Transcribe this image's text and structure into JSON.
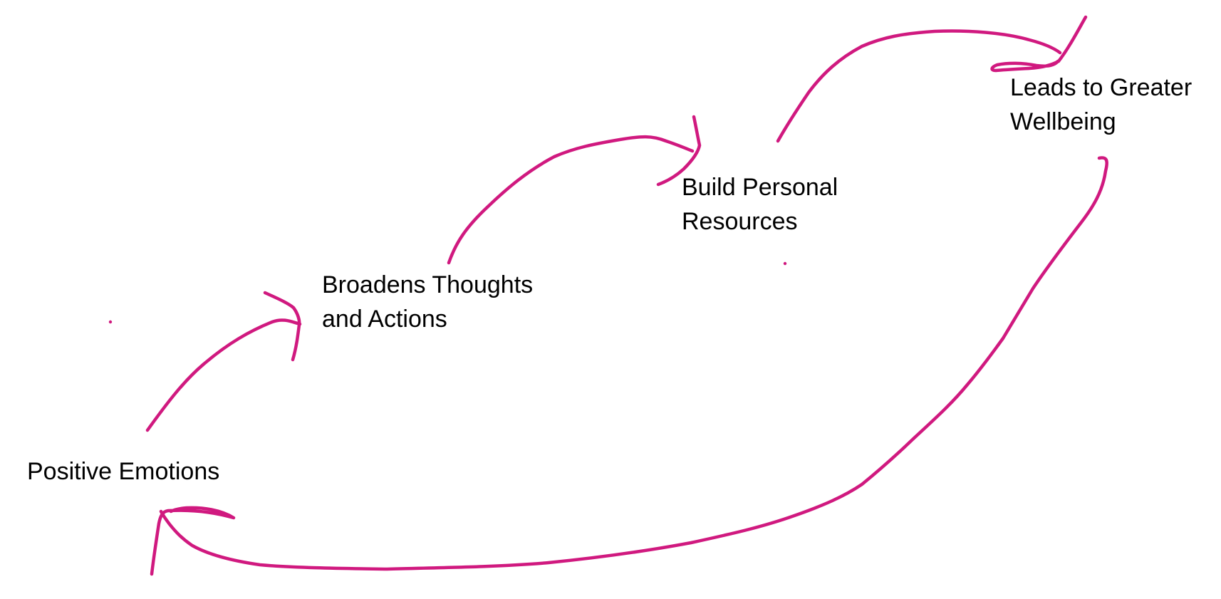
{
  "diagram": {
    "ink_color": "#d0197f",
    "background_color": "#ffffff",
    "nodes": {
      "positive_emotions": {
        "lines": [
          "Positive Emotions"
        ]
      },
      "broadens": {
        "lines": [
          "Broadens Thoughts",
          "and Actions"
        ]
      },
      "build_resources": {
        "lines": [
          "Build Personal",
          "Resources"
        ]
      },
      "wellbeing": {
        "lines": [
          "Leads to Greater",
          "Wellbeing"
        ]
      }
    },
    "arrows": [
      {
        "from": "Positive Emotions",
        "to": "Broadens Thoughts and Actions"
      },
      {
        "from": "Broadens Thoughts and Actions",
        "to": "Build Personal Resources"
      },
      {
        "from": "Build Personal Resources",
        "to": "Leads to Greater Wellbeing"
      },
      {
        "from": "Leads to Greater Wellbeing",
        "to": "Positive Emotions"
      }
    ]
  }
}
